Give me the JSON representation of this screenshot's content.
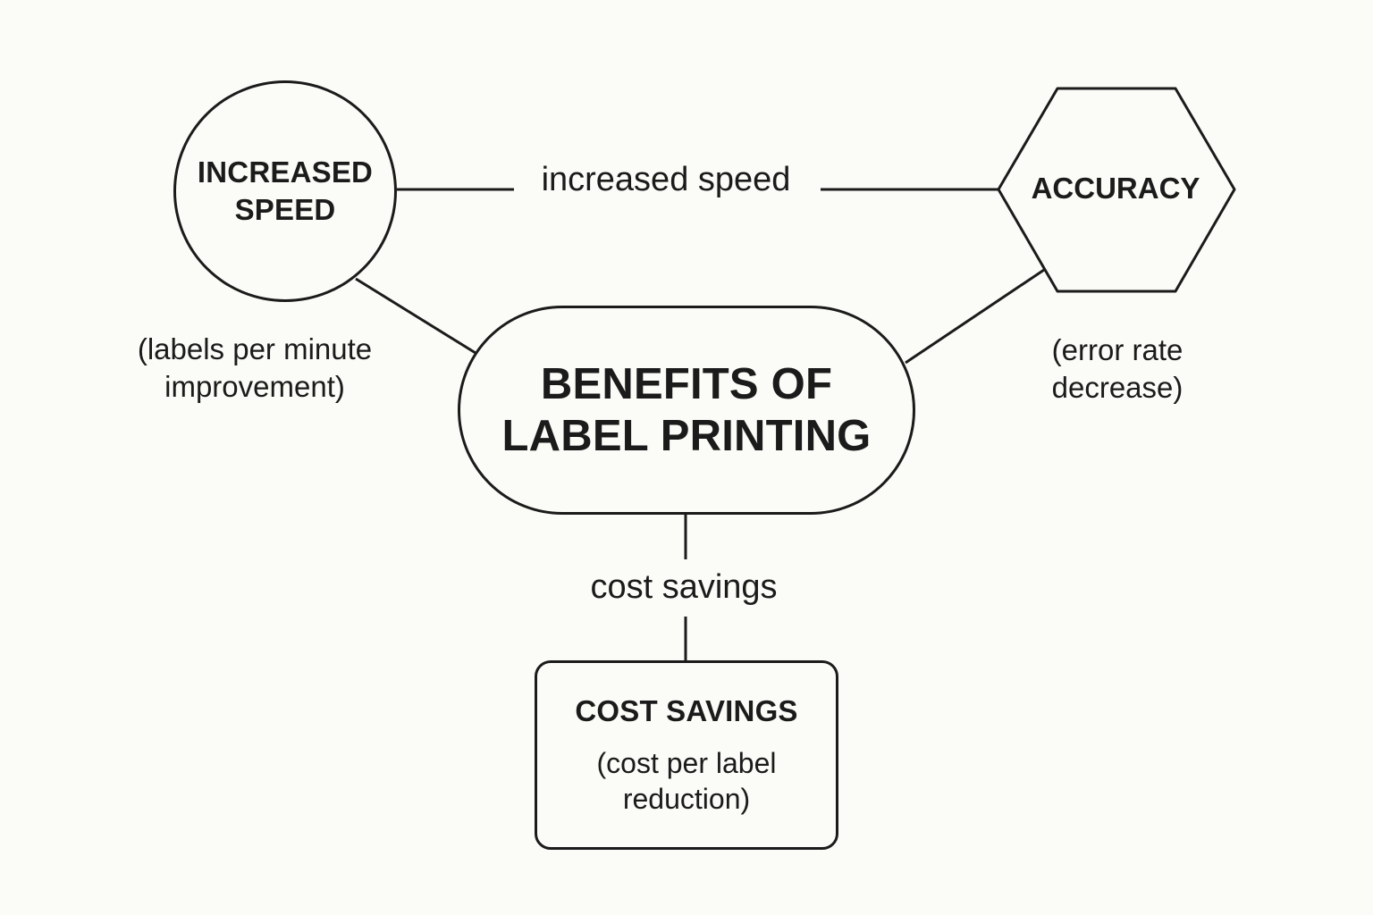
{
  "diagram": {
    "center": {
      "title": "BENEFITS OF LABEL PRINTING"
    },
    "nodes": {
      "speed": {
        "title": "INCREASED SPEED",
        "annotation": "(labels per minute improvement)"
      },
      "accuracy": {
        "title": "ACCURACY",
        "annotation": "(error rate decrease)"
      },
      "cost": {
        "title": "COST SAVINGS",
        "subtitle": "(cost per label reduction)"
      }
    },
    "edges": {
      "speed_to_accuracy": "increased speed",
      "center_to_cost": "cost savings"
    }
  }
}
